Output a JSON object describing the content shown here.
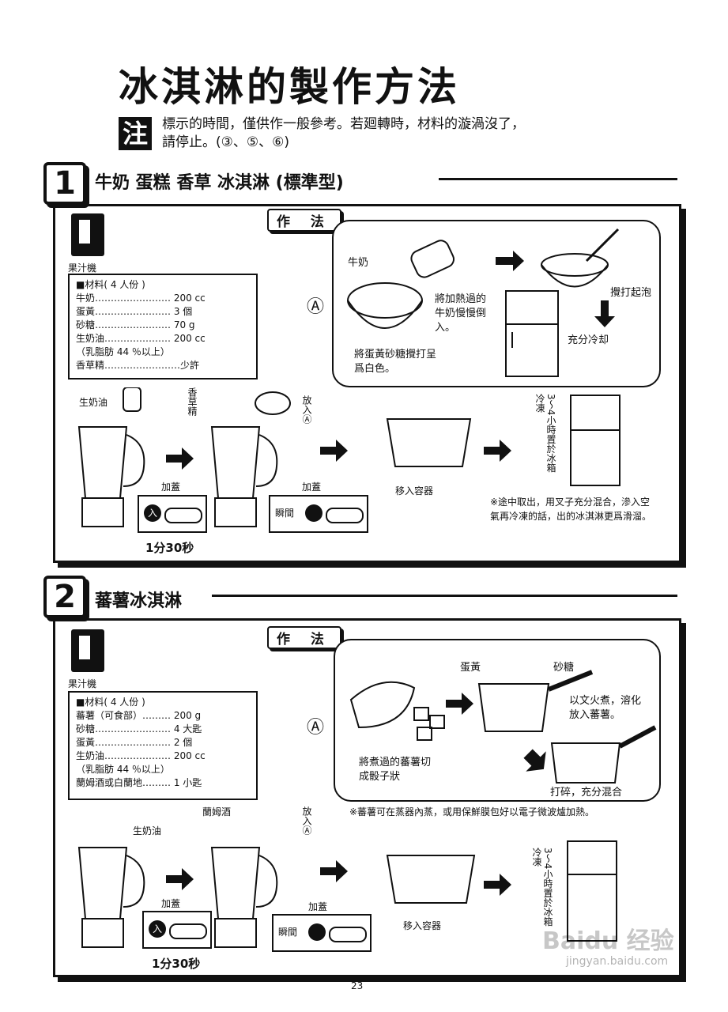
{
  "title": "冰淇淋的製作方法",
  "note": {
    "badge": "注",
    "line1": "標示的時間，僅供作一般參考。若廻轉時，材料的漩渦沒了，",
    "line2": "請停止。(③、⑤、⑥)"
  },
  "section1": {
    "num": "1",
    "heading": "牛奶  蛋糕  香草  冰淇淋  (標準型)",
    "appliance": "果汁機",
    "method_tag": "作 法",
    "circle_a": "Ⓐ",
    "ingredients": {
      "header": "■材料(  4 人份  )",
      "items": [
        "牛奶…………………… 200 cc",
        "蛋黃…………………… 3 個",
        "砂糖…………………… 70 g",
        "生奶油………………… 200 cc",
        "（乳脂肪 44 ％以上）",
        "香草精……………………少許"
      ]
    },
    "panel": {
      "milk": "牛奶",
      "pour": "將加熱過的牛奶慢慢倒入。",
      "whisk": "將蛋黃砂糖攪打呈爲白色。",
      "foam": "攪打起泡",
      "cool": "充分冷却"
    },
    "bottom": {
      "cream": "生奶油",
      "vanilla": "香草精",
      "add_a": "放入Ⓐ",
      "lid1": "加蓋",
      "lid2": "加蓋",
      "on_label": "入",
      "moment": "瞬間",
      "time": "1分30秒",
      "container": "移入容器",
      "fridge": "3〜4小時置於冰箱冷凍",
      "tip": "※途中取出，用叉子充分混合，滲入空氣再冷凍的話，出的冰淇淋更爲滑溜。"
    }
  },
  "section2": {
    "num": "2",
    "heading": "蕃薯冰淇淋",
    "appliance": "果汁機",
    "method_tag": "作 法",
    "circle_a": "Ⓐ",
    "ingredients": {
      "header": "■材料(  4 人份  )",
      "items": [
        "蕃薯（可食部）……… 200 g",
        "砂糖…………………… 4 大匙",
        "蛋黃…………………… 2 個",
        "生奶油………………… 200 cc",
        "（乳脂肪 44 ％以上）",
        "蘭姆酒或白蘭地……… 1 小匙"
      ]
    },
    "panel": {
      "yolk": "蛋黃",
      "sugar": "砂糖",
      "cut": "將煮過的蕃薯切成骰子狀",
      "simmer": "以文火煮，溶化放入蕃薯。",
      "crush": "打碎，充分混合"
    },
    "note": "※蕃薯可在蒸器內蒸，或用保鮮膜包好以電子微波爐加熱。",
    "bottom": {
      "rum": "蘭姆酒",
      "cream": "生奶油",
      "add_a": "放入Ⓐ",
      "lid1": "加蓋",
      "lid2": "加蓋",
      "on_label": "入",
      "moment": "瞬間",
      "time": "1分30秒",
      "container": "移入容器",
      "fridge": "3〜4小時置於冰箱冷凍"
    }
  },
  "page_number": "23",
  "watermark_brand": "Baidu 经验",
  "watermark_url": "jingyan.baidu.com"
}
